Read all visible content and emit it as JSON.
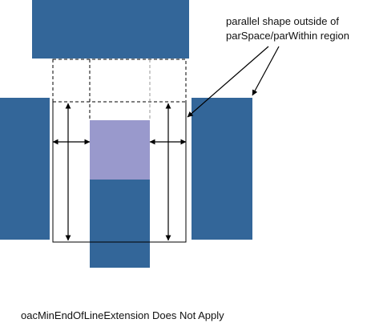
{
  "annotation": {
    "line1": "parallel shape outside of",
    "line2": "parSpace/parWithin region"
  },
  "caption": "oacMinEndOfLineExtension Does Not Apply",
  "colors": {
    "shape_fill": "#336699",
    "highlight_fill": "#9999CC",
    "background": "#FFFFFF",
    "line": "#000000",
    "gray_line": "#9a9a9a"
  }
}
